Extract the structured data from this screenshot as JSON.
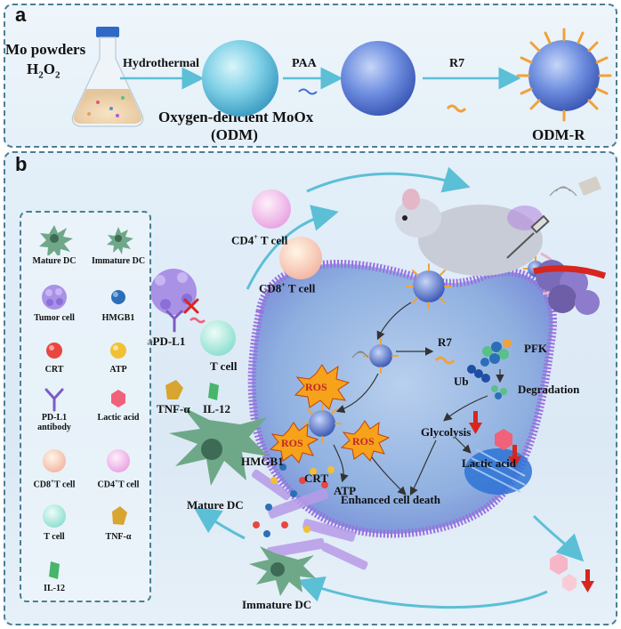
{
  "panel_a": {
    "label": "a",
    "reagents_line1": "Mo powders",
    "reagents_line2": "H",
    "reagents_sub1": "2",
    "reagents_o": "O",
    "reagents_sub2": "2",
    "step1": "Hydrothermal",
    "step2": "PAA",
    "step3": "R7",
    "product1_line1": "Oxygen-deficient MoOx",
    "product1_line2": "(ODM)",
    "product_final": "ODM-R"
  },
  "panel_b": {
    "label": "b",
    "cd4": "CD4",
    "cd4_sup": "+",
    "cd4_rest": " T cell",
    "cd8": "CD8",
    "cd8_sup": "+",
    "cd8_rest": " T cell",
    "tcell": "T cell",
    "apdl1": "aPD-L1",
    "tnf": "TNF-α",
    "il12": "IL-12",
    "hmgb1": "HMGB1",
    "crt": "CRT",
    "atp": "ATP",
    "mature_dc": "Mature DC",
    "immature_dc": "Immature DC",
    "ros1": "ROS",
    "ros2": "ROS",
    "ros3": "ROS",
    "r7": "R7",
    "pfk": "PFK",
    "ub": "Ub",
    "degradation": "Degradation",
    "glycolysis": "Glycolysis",
    "lactic": "Lactic acid",
    "death": "Enhanced cell death"
  },
  "legend": {
    "mature_dc": "Mature DC",
    "immature_dc": "Immature DC",
    "tumor_cell": "Tumor cell",
    "hmgb1": "HMGB1",
    "crt": "CRT",
    "atp": "ATP",
    "pdl1_l1": "PD-L1",
    "pdl1_l2": "antibody",
    "lactic": "Lactic acid",
    "cd8": "CD8",
    "cd8_sup": "+",
    "cd8_rest": "T cell",
    "cd4": "CD4",
    "cd4_sup": "+",
    "cd4_rest": "T cell",
    "tcell": "T cell",
    "tnf": "TNF-α",
    "il12": "IL-12"
  },
  "colors": {
    "panel_border": "#4a7f93",
    "arrow": "#5bbfd6",
    "tumor": "#9b86e0",
    "ros": "#f6a21a",
    "down_arrow": "#d7261e",
    "crt": "#e8473f",
    "atp": "#f1c034",
    "hmgb1": "#2c6fb8"
  }
}
